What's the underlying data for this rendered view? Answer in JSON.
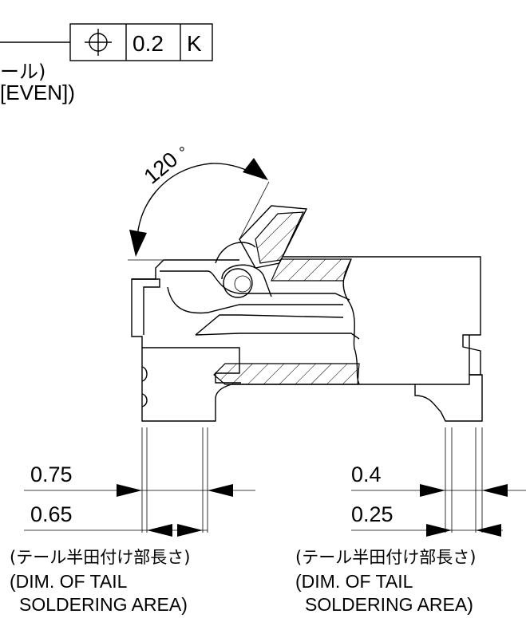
{
  "fcf": {
    "symbol": "⌖",
    "tolerance": "0.2",
    "datum": "K"
  },
  "top_note": {
    "line1_partial": "ール)",
    "line2_partial": "[EVEN])"
  },
  "angle": {
    "value": "120",
    "unit": "°"
  },
  "left_dims": {
    "dim1": "0.75",
    "dim2": "0.65",
    "caption_jp": "(テール半田付け部長さ)",
    "caption_en1": "(DIM. OF TAIL",
    "caption_en2": "SOLDERING AREA)"
  },
  "right_dims": {
    "dim1": "0.4",
    "dim2": "0.25",
    "caption_jp": "(テール半田付け部長さ)",
    "caption_en1": "(DIM. OF TAIL",
    "caption_en2": "SOLDERING AREA)"
  },
  "colors": {
    "ink": "#000000",
    "paper": "#ffffff"
  }
}
